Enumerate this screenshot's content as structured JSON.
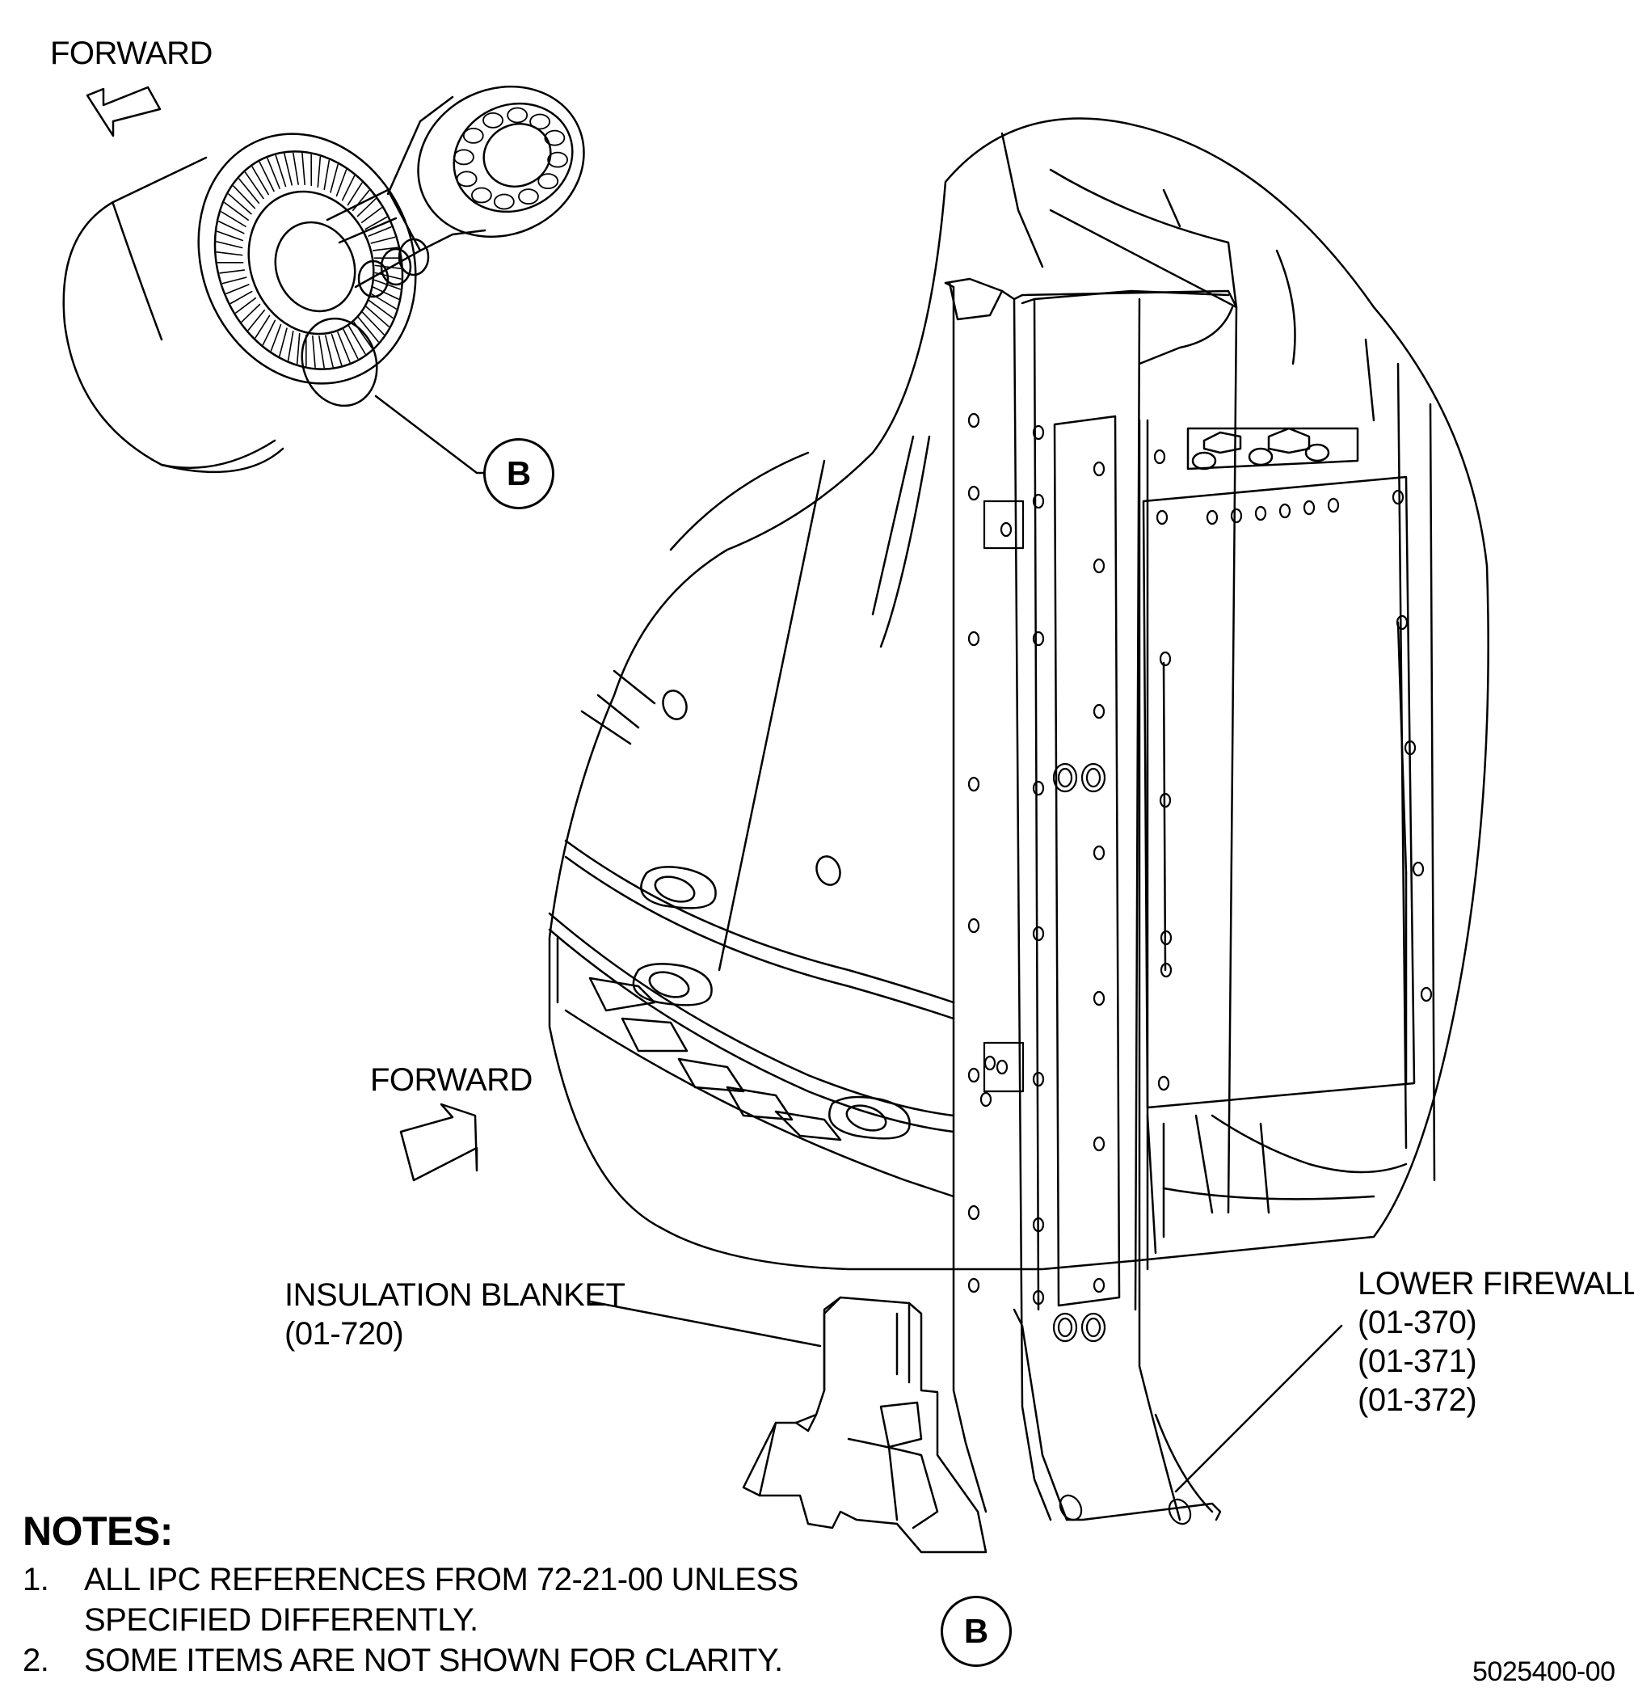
{
  "forward_top": "FORWARD",
  "forward_mid": "FORWARD",
  "callout_top": "B",
  "callout_bottom": "B",
  "insulation": {
    "name": "INSULATION BLANKET",
    "ref": "(01-720)"
  },
  "firewall": {
    "name": "LOWER FIREWALL",
    "refs": [
      "(01-370)",
      "(01-371)",
      "(01-372)"
    ]
  },
  "notes": {
    "title": "NOTES:",
    "items": [
      {
        "num": "1.",
        "lines": [
          "ALL IPC REFERENCES FROM 72-21-00 UNLESS",
          "SPECIFIED DIFFERENTLY."
        ]
      },
      {
        "num": "2.",
        "lines": [
          "SOME ITEMS ARE NOT SHOWN FOR CLARITY."
        ]
      }
    ]
  },
  "figure_id": "5025400-00"
}
